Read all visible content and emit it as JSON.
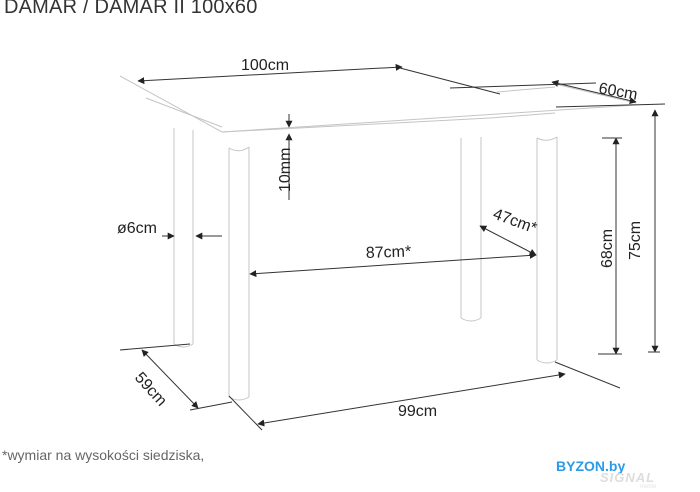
{
  "title": "DAMAR / DAMAR II 100x60",
  "dimensions": {
    "top_width": "100cm",
    "top_depth": "60cm",
    "top_thickness": "10mm",
    "leg_diameter": "ø6cm",
    "inner_width": "87cm*",
    "inner_depth": "47cm*",
    "inner_height": "68cm",
    "total_height": "75cm",
    "base_depth": "59cm",
    "base_width": "99cm"
  },
  "footnote": "*wymiar na wysokości siedziska,",
  "brand": "BYZON.by",
  "watermark": "SIGNAL",
  "watermark_sub": "meble"
}
